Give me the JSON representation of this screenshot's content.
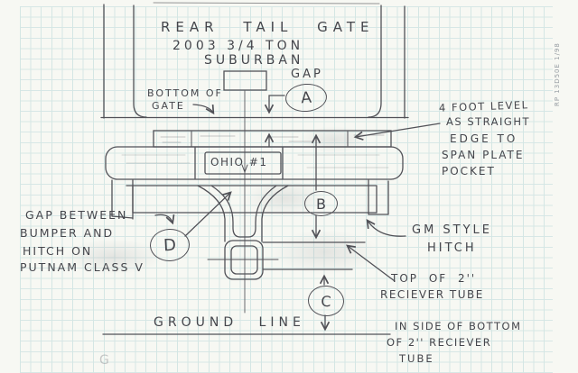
{
  "drawing": {
    "title": {
      "line1": "REAR TAIL GATE",
      "line2": "2003 3/4 TON",
      "line3": "SUBURBAN"
    },
    "labels": {
      "gap": "GAP",
      "bottom_of_gate_1": "BOTTOM OF",
      "bottom_of_gate_2": "GATE",
      "license_plate": "OHIO #1",
      "gap_between_1": "GAP BETWEEN",
      "gap_between_2": "BUMPER AND",
      "gap_between_3": "HITCH ON",
      "gap_between_4": "PUTNAM CLASS V",
      "level_1": "4 FOOT LEVEL",
      "level_2": "AS STRAIGHT",
      "level_3": "EDGE TO",
      "level_4": "SPAN PLATE",
      "level_5": "POCKET",
      "gm_1": "GM STYLE",
      "gm_2": "HITCH",
      "top_receiver_1": "TOP OF 2''",
      "top_receiver_2": "RECIEVER TUBE",
      "ground_line": "GROUND LINE",
      "inside_bottom_1": "IN SIDE OF BOTTOM",
      "inside_bottom_2": "OF 2'' RECIEVER",
      "inside_bottom_3": "TUBE",
      "faint_mark": "G"
    },
    "dimension_markers": {
      "a": "A",
      "b": "B",
      "c": "C",
      "d": "D"
    },
    "stamp": "RP 13D50E 1/98",
    "colors": {
      "paper": "#f7f8f3",
      "grid": "#c9e0e0",
      "pencil": "#515157",
      "stamp": "#979da3"
    }
  }
}
